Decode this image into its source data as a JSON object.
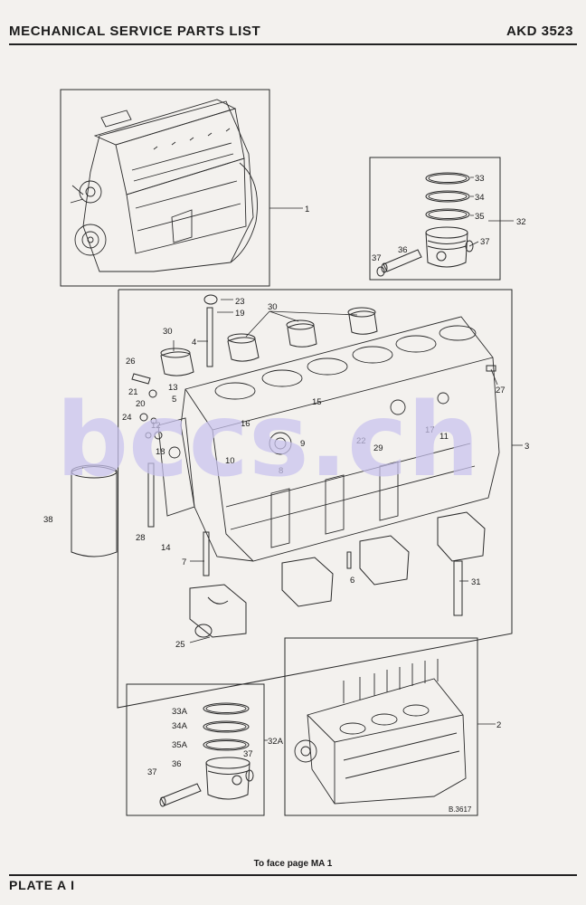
{
  "header": {
    "title": "MECHANICAL SERVICE PARTS LIST",
    "code": "AKD 3523"
  },
  "footer": {
    "plate": "PLATE A I",
    "note": "To face page MA 1"
  },
  "drawing_ref": "B.3617",
  "watermark": "bccs.ch",
  "callouts": {
    "c1": "1",
    "c2": "2",
    "c3": "3",
    "c4": "4",
    "c5": "5",
    "c6": "6",
    "c7": "7",
    "c8": "8",
    "c9": "9",
    "c10": "10",
    "c11": "11",
    "c12": "12",
    "c13": "13",
    "c14": "14",
    "c15": "15",
    "c16": "16",
    "c17": "17",
    "c18": "18",
    "c19": "19",
    "c20": "20",
    "c21": "21",
    "c22": "22",
    "c23": "23",
    "c24": "24",
    "c25": "25",
    "c26": "26",
    "c27": "27",
    "c28": "28",
    "c29": "29",
    "c30a": "30",
    "c30b": "30",
    "c31": "31",
    "c32": "32",
    "c33": "33",
    "c34": "34",
    "c35": "35",
    "c36": "36",
    "c37a": "37",
    "c37b": "37",
    "c38": "38",
    "c32A": "32A",
    "c33A": "33A",
    "c34A": "34A",
    "c35A": "35A",
    "c36b": "36",
    "c37c": "37",
    "c37d": "37"
  }
}
